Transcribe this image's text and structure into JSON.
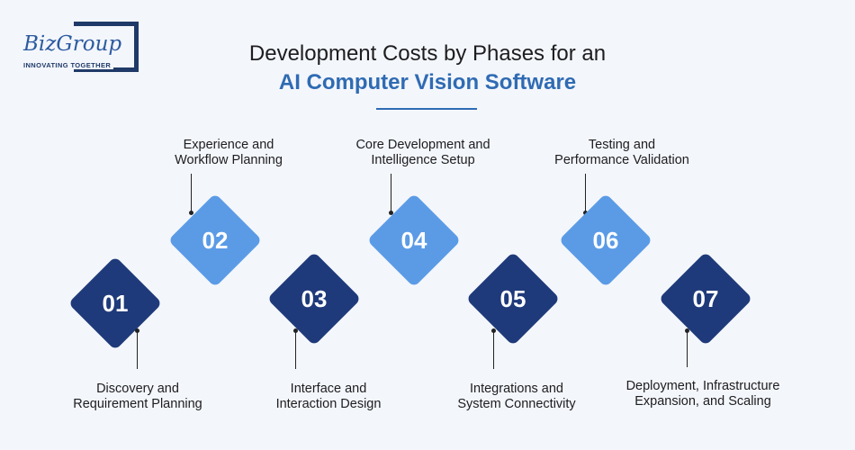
{
  "logo": {
    "name": "BizGroup",
    "tagline": "INNOVATING TOGETHER"
  },
  "title": {
    "line1": "Development Costs by Phases for an",
    "line2": "AI Computer Vision Software"
  },
  "phases": [
    {
      "number": "01",
      "label_line1": "Discovery and",
      "label_line2": "Requirement Planning"
    },
    {
      "number": "02",
      "label_line1": "Experience and",
      "label_line2": "Workflow Planning"
    },
    {
      "number": "03",
      "label_line1": "Interface and",
      "label_line2": "Interaction Design"
    },
    {
      "number": "04",
      "label_line1": "Core Development and",
      "label_line2": "Intelligence Setup"
    },
    {
      "number": "05",
      "label_line1": "Integrations and",
      "label_line2": "System Connectivity"
    },
    {
      "number": "06",
      "label_line1": "Testing and",
      "label_line2": "Performance Validation"
    },
    {
      "number": "07",
      "label_line1": "Deployment, Infrastructure",
      "label_line2": "Expansion, and Scaling"
    }
  ]
}
